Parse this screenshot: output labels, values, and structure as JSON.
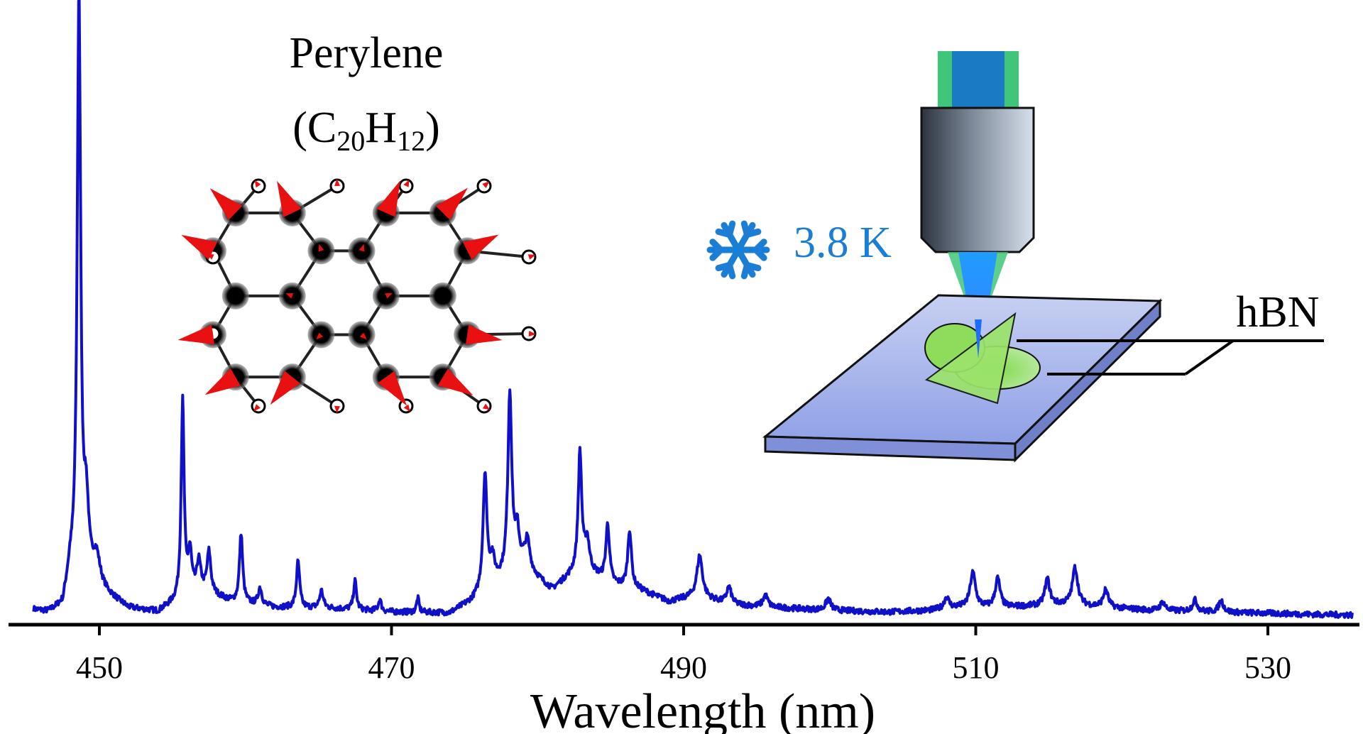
{
  "chart_data": {
    "type": "line",
    "title": "",
    "xlabel": "Wavelength (nm)",
    "ylabel": "",
    "xlim": [
      443,
      536
    ],
    "ylim": [
      0,
      1.0
    ],
    "xticks": [
      450,
      470,
      490,
      510,
      530
    ],
    "grid": false,
    "series_color": "#1010c8",
    "baseline": [
      [
        445.5,
        0.015
      ],
      [
        446.5,
        0.01
      ],
      [
        447.5,
        0.02
      ],
      [
        448.0,
        0.08
      ],
      [
        450,
        0.05
      ],
      [
        452,
        0.018
      ],
      [
        454,
        0.012
      ],
      [
        455.3,
        0.03
      ],
      [
        457,
        0.05
      ],
      [
        459,
        0.03
      ],
      [
        462,
        0.02
      ],
      [
        466,
        0.018
      ],
      [
        470,
        0.012
      ],
      [
        474,
        0.01
      ],
      [
        475.5,
        0.03
      ],
      [
        477,
        0.06
      ],
      [
        479,
        0.09
      ],
      [
        481,
        0.05
      ],
      [
        483,
        0.09
      ],
      [
        485,
        0.06
      ],
      [
        487,
        0.05
      ],
      [
        489,
        0.03
      ],
      [
        491,
        0.04
      ],
      [
        493,
        0.025
      ],
      [
        496,
        0.02
      ],
      [
        500,
        0.015
      ],
      [
        504,
        0.012
      ],
      [
        507,
        0.015
      ],
      [
        509,
        0.02
      ],
      [
        512,
        0.02
      ],
      [
        516,
        0.025
      ],
      [
        519,
        0.02
      ],
      [
        522,
        0.015
      ],
      [
        526,
        0.012
      ],
      [
        530,
        0.01
      ],
      [
        533,
        0.008
      ],
      [
        535.8,
        0.007
      ]
    ],
    "peaks": [
      {
        "x": 448.6,
        "y": 1.0,
        "w": 0.14
      },
      {
        "x": 449.1,
        "y": 0.12,
        "w": 0.2
      },
      {
        "x": 449.8,
        "y": 0.05,
        "w": 0.3
      },
      {
        "x": 455.7,
        "y": 0.34,
        "w": 0.12
      },
      {
        "x": 456.2,
        "y": 0.07,
        "w": 0.15
      },
      {
        "x": 456.8,
        "y": 0.05,
        "w": 0.15
      },
      {
        "x": 457.5,
        "y": 0.07,
        "w": 0.15
      },
      {
        "x": 459.7,
        "y": 0.12,
        "w": 0.13
      },
      {
        "x": 461.0,
        "y": 0.03,
        "w": 0.15
      },
      {
        "x": 463.6,
        "y": 0.08,
        "w": 0.13
      },
      {
        "x": 465.2,
        "y": 0.03,
        "w": 0.15
      },
      {
        "x": 467.5,
        "y": 0.05,
        "w": 0.12
      },
      {
        "x": 469.2,
        "y": 0.02,
        "w": 0.12
      },
      {
        "x": 471.8,
        "y": 0.025,
        "w": 0.1
      },
      {
        "x": 476.4,
        "y": 0.2,
        "w": 0.16
      },
      {
        "x": 476.9,
        "y": 0.04,
        "w": 0.18
      },
      {
        "x": 478.1,
        "y": 0.31,
        "w": 0.16
      },
      {
        "x": 478.6,
        "y": 0.06,
        "w": 0.18
      },
      {
        "x": 479.3,
        "y": 0.05,
        "w": 0.2
      },
      {
        "x": 482.9,
        "y": 0.2,
        "w": 0.14
      },
      {
        "x": 483.4,
        "y": 0.05,
        "w": 0.18
      },
      {
        "x": 484.8,
        "y": 0.1,
        "w": 0.15
      },
      {
        "x": 486.3,
        "y": 0.1,
        "w": 0.15
      },
      {
        "x": 491.1,
        "y": 0.07,
        "w": 0.22
      },
      {
        "x": 493.1,
        "y": 0.03,
        "w": 0.2
      },
      {
        "x": 495.6,
        "y": 0.02,
        "w": 0.2
      },
      {
        "x": 499.9,
        "y": 0.02,
        "w": 0.2
      },
      {
        "x": 508.0,
        "y": 0.02,
        "w": 0.2
      },
      {
        "x": 509.8,
        "y": 0.06,
        "w": 0.22
      },
      {
        "x": 511.5,
        "y": 0.05,
        "w": 0.2
      },
      {
        "x": 514.9,
        "y": 0.045,
        "w": 0.2
      },
      {
        "x": 516.8,
        "y": 0.065,
        "w": 0.22
      },
      {
        "x": 518.9,
        "y": 0.03,
        "w": 0.2
      },
      {
        "x": 522.8,
        "y": 0.015,
        "w": 0.2
      },
      {
        "x": 525.0,
        "y": 0.02,
        "w": 0.2
      },
      {
        "x": 526.8,
        "y": 0.02,
        "w": 0.2
      }
    ]
  },
  "annotations": {
    "molecule_name": "Perylene",
    "formula_open": "(C",
    "formula_sub1": "20",
    "formula_mid": "H",
    "formula_sub2": "12",
    "formula_close": ")",
    "temperature": "3.8 K",
    "material_label": "hBN",
    "temperature_color": "#1a7fd4",
    "snowflake_icon": "snowflake-icon",
    "arrow_color": "#e81010"
  }
}
